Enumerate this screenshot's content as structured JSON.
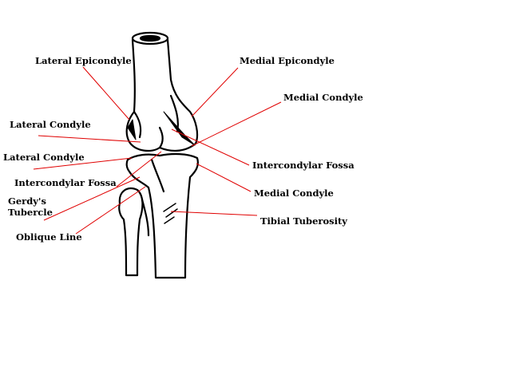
{
  "diagram": {
    "labels": {
      "lateral_epicondyle": "Lateral Epicondyle",
      "medial_epicondyle": "Medial Epicondyle",
      "medial_condyle_femur": "Medial Condyle",
      "lateral_condyle_femur": "Lateral Condyle",
      "lateral_condyle_tibia": "Lateral Condyle",
      "intercondylar_fossa_right": "Intercondylar Fossa",
      "intercondylar_fossa_left": "Intercondylar Fossa",
      "medial_condyle_tibia": "Medial Condyle",
      "gerdys_line1": "Gerdy's",
      "gerdys_line2": "Tubercle",
      "oblique_line": "Oblique Line",
      "tibial_tuberosity": "Tibial Tuberosity"
    },
    "leader_color": "#e00000",
    "bone_color": "#000000"
  }
}
